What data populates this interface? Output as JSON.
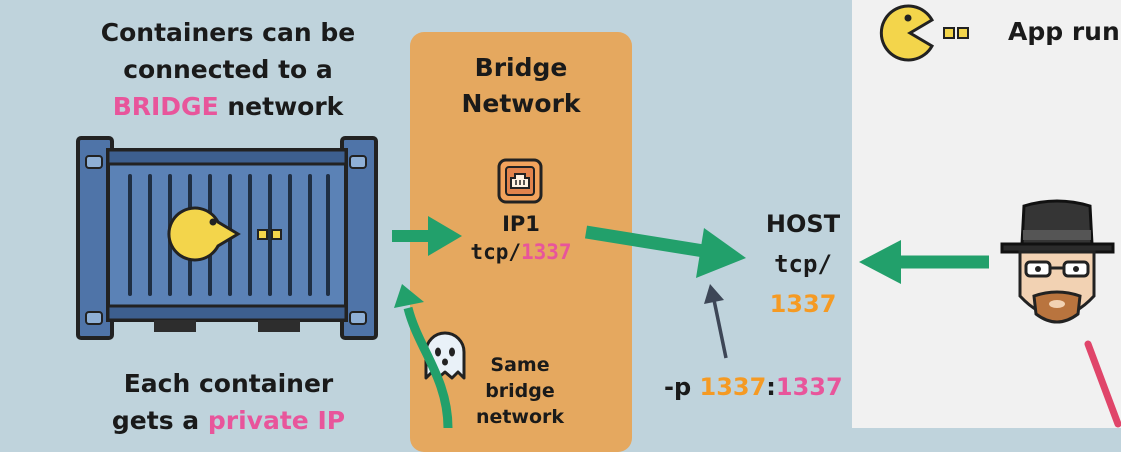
{
  "left_title": {
    "line1": "Containers can be",
    "line2": "connected to a",
    "highlight": "BRIDGE",
    "rest": " network"
  },
  "left_bottom": {
    "line1": "Each container",
    "line2_prefix": "gets a ",
    "line2_highlight": "private IP"
  },
  "bridge": {
    "title_line1": "Bridge",
    "title_line2": "Network",
    "ip_label": "IP1",
    "port_prefix": "tcp/",
    "port": "1337",
    "note_line1": "Same",
    "note_line2": "bridge",
    "note_line3": "network"
  },
  "host": {
    "label": "HOST",
    "protocol": "tcp/",
    "port": "1337"
  },
  "port_mapping": {
    "flag": "-p ",
    "host_port": "1337",
    "separator": ":",
    "container_port": "1337"
  },
  "right": {
    "label": "App runs"
  },
  "colors": {
    "panel_bg": "#bfd3dc",
    "bridge_bg": "#e5a85f",
    "arrow_green": "#22a06b",
    "pink": "#e8559b",
    "orange": "#f59a23",
    "container_blue": "#4f74a8",
    "pacman_yellow": "#f3d54b"
  },
  "icons": [
    "pacman-icon",
    "ghost-icon",
    "network-port-icon",
    "person-avatar-icon"
  ]
}
